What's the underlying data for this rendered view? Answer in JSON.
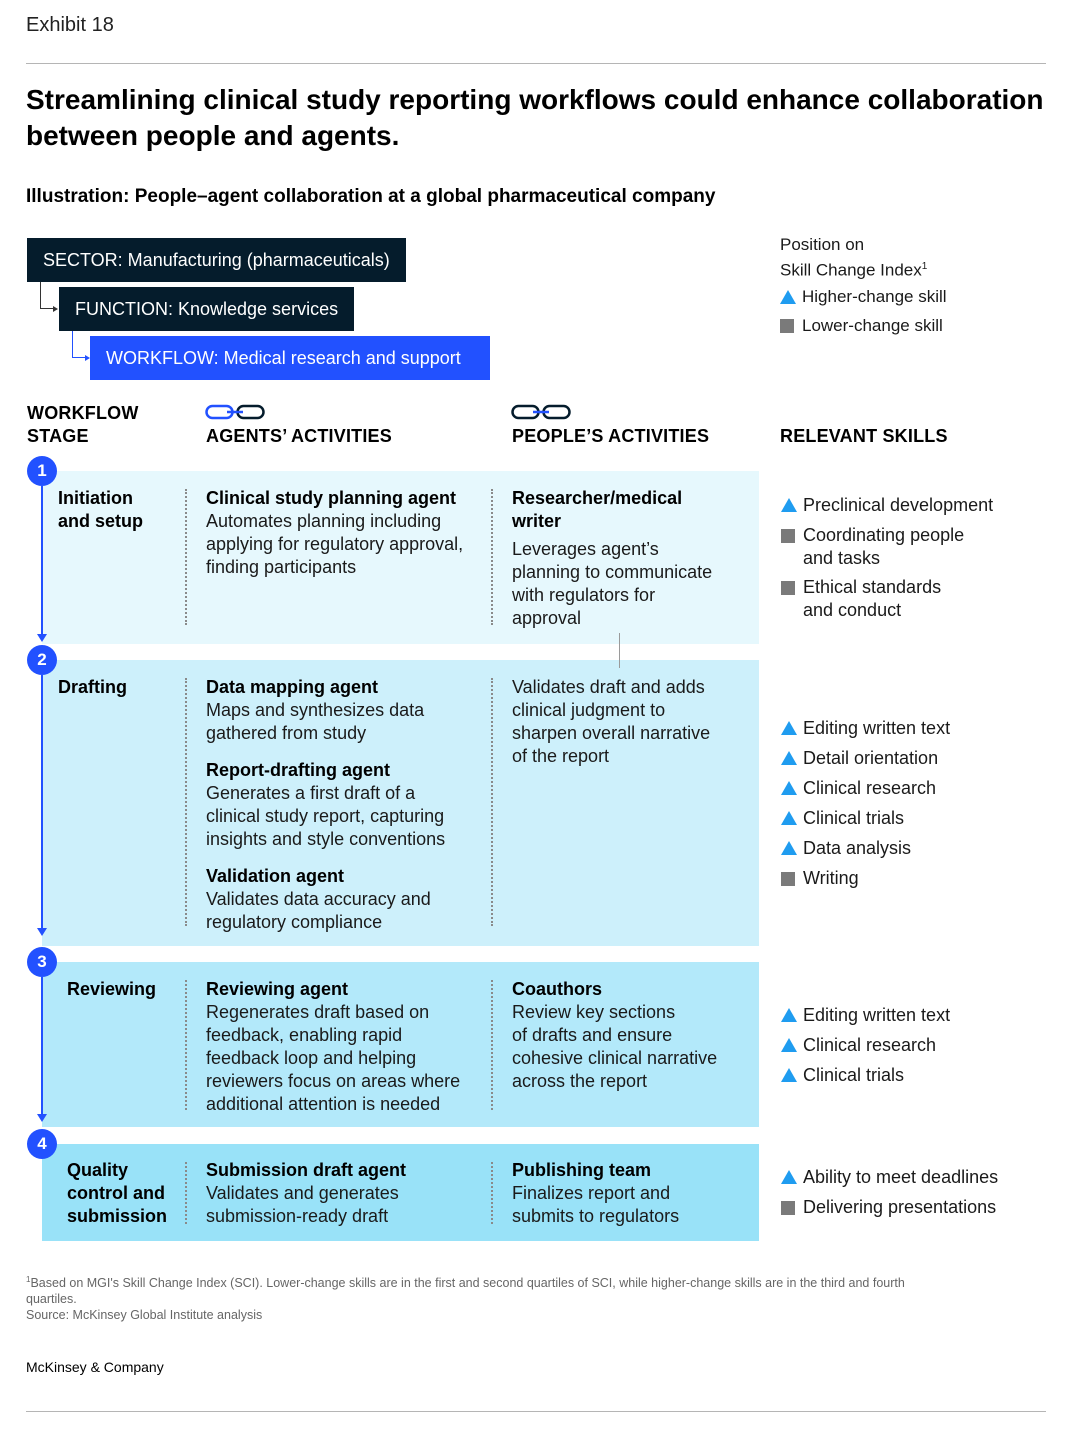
{
  "exhibit": "Exhibit 18",
  "title": "Streamlining clinical study reporting workflows could enhance collaboration between people and agents.",
  "subtitle": "Illustration: People–agent collaboration at a global pharmaceutical company",
  "hierarchy": {
    "sector": "SECTOR: Manufacturing (pharmaceuticals)",
    "function": "FUNCTION: Knowledge services",
    "workflow": "WORKFLOW: Medical research and support"
  },
  "legend": {
    "title_line1": "Position on",
    "title_line2": "Skill Change Index",
    "title_sup": "1",
    "higher": "Higher-change skill",
    "lower": "Lower-change skill"
  },
  "columns": {
    "stage_line1": "WORKFLOW",
    "stage_line2": "STAGE",
    "agents": "AGENTS’ ACTIVITIES",
    "people": "PEOPLE’S  ACTIVITIES",
    "skills": "RELEVANT SKILLS"
  },
  "stages": [
    {
      "number": "1",
      "name_lines": [
        "Initiation",
        "and setup"
      ],
      "agents": [
        {
          "title": "Clinical study planning agent",
          "text_lines": [
            "Automates planning including",
            "applying for regulatory approval,",
            "finding participants"
          ]
        }
      ],
      "people": {
        "title_lines": [
          "Researcher/medical",
          "writer"
        ],
        "text_lines": [
          "Leverages agent’s",
          "planning to communicate",
          "with regulators for",
          "approval"
        ]
      },
      "skills": [
        {
          "type": "higher",
          "lines": [
            "Preclinical development"
          ]
        },
        {
          "type": "lower",
          "lines": [
            "Coordinating people",
            "and tasks"
          ]
        },
        {
          "type": "lower",
          "lines": [
            "Ethical standards",
            "and conduct"
          ]
        }
      ]
    },
    {
      "number": "2",
      "name_lines": [
        "Drafting"
      ],
      "agents": [
        {
          "title": "Data mapping agent",
          "text_lines": [
            "Maps and synthesizes data",
            "gathered from study"
          ]
        },
        {
          "title": "Report-drafting agent",
          "text_lines": [
            "Generates a first draft of a",
            "clinical study report, capturing",
            "insights and style conventions"
          ]
        },
        {
          "title": "Validation agent",
          "text_lines": [
            "Validates data accuracy and",
            "regulatory compliance"
          ]
        }
      ],
      "people": {
        "title_lines": [],
        "text_lines": [
          "Validates draft and adds",
          "clinical judgment to",
          "sharpen overall narrative",
          "of the report"
        ]
      },
      "skills": [
        {
          "type": "higher",
          "lines": [
            "Editing written text"
          ]
        },
        {
          "type": "higher",
          "lines": [
            "Detail orientation"
          ]
        },
        {
          "type": "higher",
          "lines": [
            "Clinical research"
          ]
        },
        {
          "type": "higher",
          "lines": [
            "Clinical trials"
          ]
        },
        {
          "type": "higher",
          "lines": [
            "Data analysis"
          ]
        },
        {
          "type": "lower",
          "lines": [
            "Writing"
          ]
        }
      ]
    },
    {
      "number": "3",
      "name_lines": [
        "Reviewing"
      ],
      "agents": [
        {
          "title": "Reviewing agent",
          "text_lines": [
            "Regenerates draft based on",
            "feedback, enabling rapid",
            "feedback loop and helping",
            "reviewers focus on areas where",
            "additional attention is needed"
          ]
        }
      ],
      "people": {
        "title_lines": [
          "Coauthors"
        ],
        "text_lines": [
          "Review key sections",
          "of drafts and ensure",
          "cohesive clinical narrative",
          "across the report"
        ]
      },
      "skills": [
        {
          "type": "higher",
          "lines": [
            "Editing written text"
          ]
        },
        {
          "type": "higher",
          "lines": [
            "Clinical research"
          ]
        },
        {
          "type": "higher",
          "lines": [
            "Clinical trials"
          ]
        }
      ]
    },
    {
      "number": "4",
      "name_lines": [
        "Quality",
        "control and",
        "submission"
      ],
      "agents": [
        {
          "title": "Submission draft agent",
          "text_lines": [
            "Validates and generates",
            "submission-ready draft"
          ]
        }
      ],
      "people": {
        "title_lines": [
          "Publishing team"
        ],
        "text_lines": [
          "Finalizes report and",
          "submits to regulators"
        ]
      },
      "skills": [
        {
          "type": "higher",
          "lines": [
            "Ability to meet deadlines"
          ]
        },
        {
          "type": "lower",
          "lines": [
            "Delivering presentations"
          ]
        }
      ]
    }
  ],
  "footnote": {
    "sup": "1",
    "line1": "Based on MGI's Skill Change Index (SCI). Lower-change skills are in the first and second quartiles of SCI, while higher-change skills are in the third and fourth",
    "line2": "quartiles.",
    "source": "Source: McKinsey Global Institute analysis"
  },
  "brand": "McKinsey & Company",
  "colors": {
    "navy": "#051c2c",
    "blue": "#2251ff",
    "cyan_triangle": "#1f9cf0",
    "gray_square": "#7a7a7a",
    "band1": "#e6f8fd",
    "band2": "#cdf0fb",
    "band3": "#b3e9fa",
    "band4": "#99e2f8"
  },
  "icons": {
    "higher": "triangle-icon",
    "lower": "square-icon",
    "collaboration": "chain-link-icon"
  }
}
